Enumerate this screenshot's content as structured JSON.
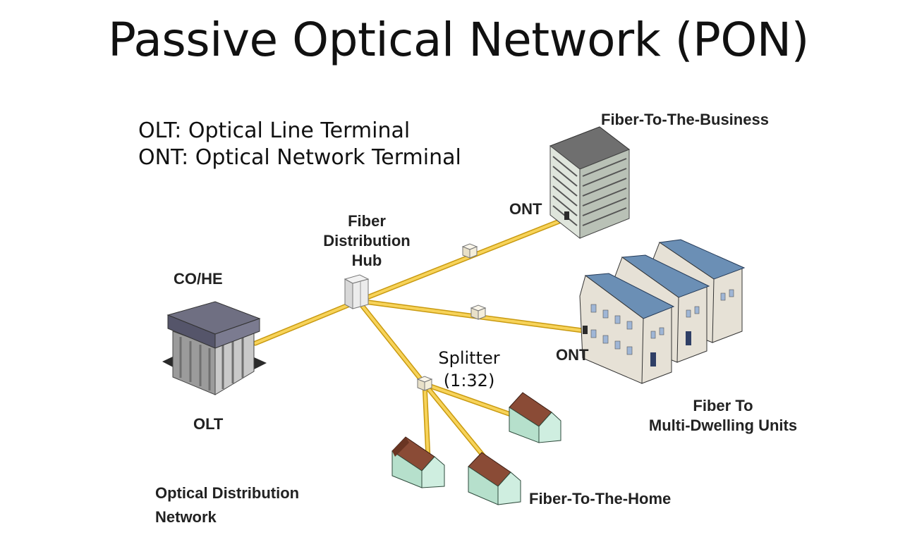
{
  "title": "Passive Optical Network (PON)",
  "legend": {
    "olt": "OLT: Optical Line Terminal",
    "ont": "ONT: Optical Network Terminal"
  },
  "labels": {
    "fttb": "Fiber-To-The-Business",
    "ont_business": "ONT",
    "hub_line1": "Fiber",
    "hub_line2": "Distribution",
    "hub_line3": "Hub",
    "co_he": "CO/HE",
    "olt": "OLT",
    "ont_mdu": "ONT",
    "splitter_line1": "Splitter",
    "splitter_line2": "(1:32)",
    "mdu_line1": "Fiber To",
    "mdu_line2": "Multi-Dwelling Units",
    "ftth": "Fiber-To-The-Home",
    "odn_line1": "Optical Distribution",
    "odn_line2": "Network"
  },
  "colors": {
    "fiber": "#f2c12e",
    "roof_blue": "#6b8fb5",
    "roof_brown": "#8a4b36",
    "wall_mint": "#cfeee0",
    "wall_tan": "#e6e1d6"
  }
}
